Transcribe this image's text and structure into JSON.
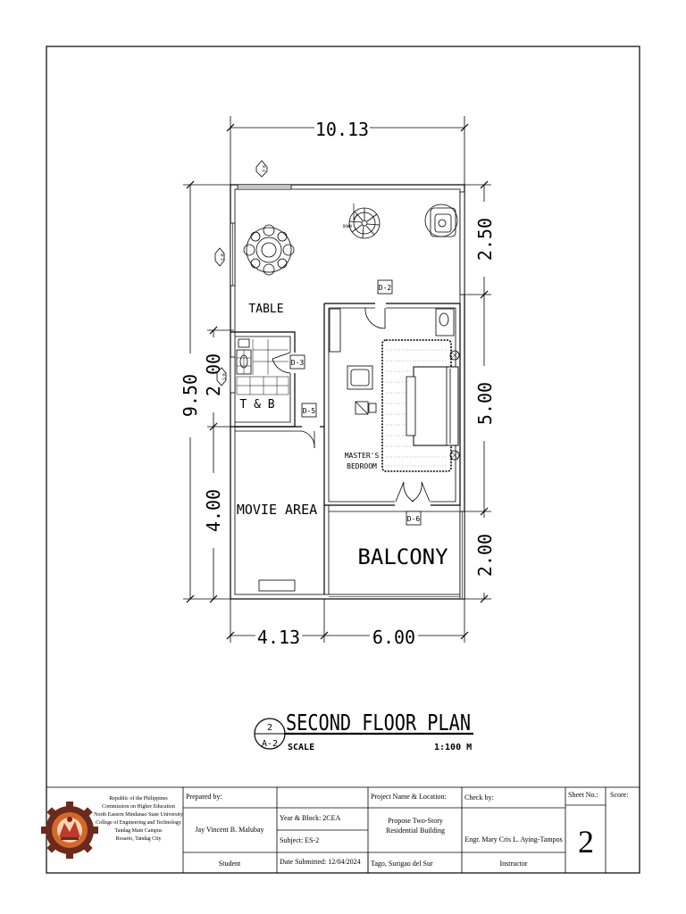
{
  "plan": {
    "dimensions": {
      "top_width": "10.13",
      "left_total": "9.50",
      "left_upper": "2.00",
      "left_lower": "4.00",
      "right_top": "2.50",
      "right_middle": "5.00",
      "right_bottom": "2.00",
      "bottom_left": "4.13",
      "bottom_right": "6.00"
    },
    "rooms": {
      "table": "TABLE",
      "tb": "T & B",
      "movie": "MOVIE AREA",
      "balcony": "BALCONY",
      "master_line1": "MASTER'S",
      "master_line2": "BEDROOM"
    },
    "doors": {
      "d2": "D-2",
      "d3": "D-3",
      "d5": "D-5",
      "d6": "D-6"
    },
    "windows": {
      "w_top": "W-4",
      "w_left": "W-3",
      "w_tb": "W-5"
    },
    "stair_label": "DOWN"
  },
  "drawing_title": {
    "number": "2",
    "sheet_ref": "A-2",
    "title": "SECOND FLOOR PLAN",
    "scale_label": "SCALE",
    "scale_value": "1:100 M"
  },
  "title_block": {
    "institution": [
      "Republic of the Philippines",
      "Commission on Higher Education",
      "North Eastern Mindanao State University",
      "College of Engineering and Technology",
      "Tandag Main Campus",
      "Rosario, Tandag City"
    ],
    "prepared_by_label": "Prepared by:",
    "prepared_by_name": "Jay Vincent B. Malubay",
    "prepared_by_role": "Student",
    "year_block": "Year & Block:    2CEA",
    "subject": "Subject:   ES-2",
    "date_submitted": "Date Submitted: 12/04/2024",
    "project_label": "Project Name & Location:",
    "project_line1": "Propose Two-Story",
    "project_line2": "Residential Building",
    "project_location": "Tago, Surigao del Sur",
    "checked_label": "Check by:",
    "checked_name": "Engr. Mary Cris L. Aying-Tampos",
    "checked_role": "Instructor",
    "sheet_label": "Sheet No.:",
    "sheet_no": "2",
    "score_label": "Score:"
  }
}
